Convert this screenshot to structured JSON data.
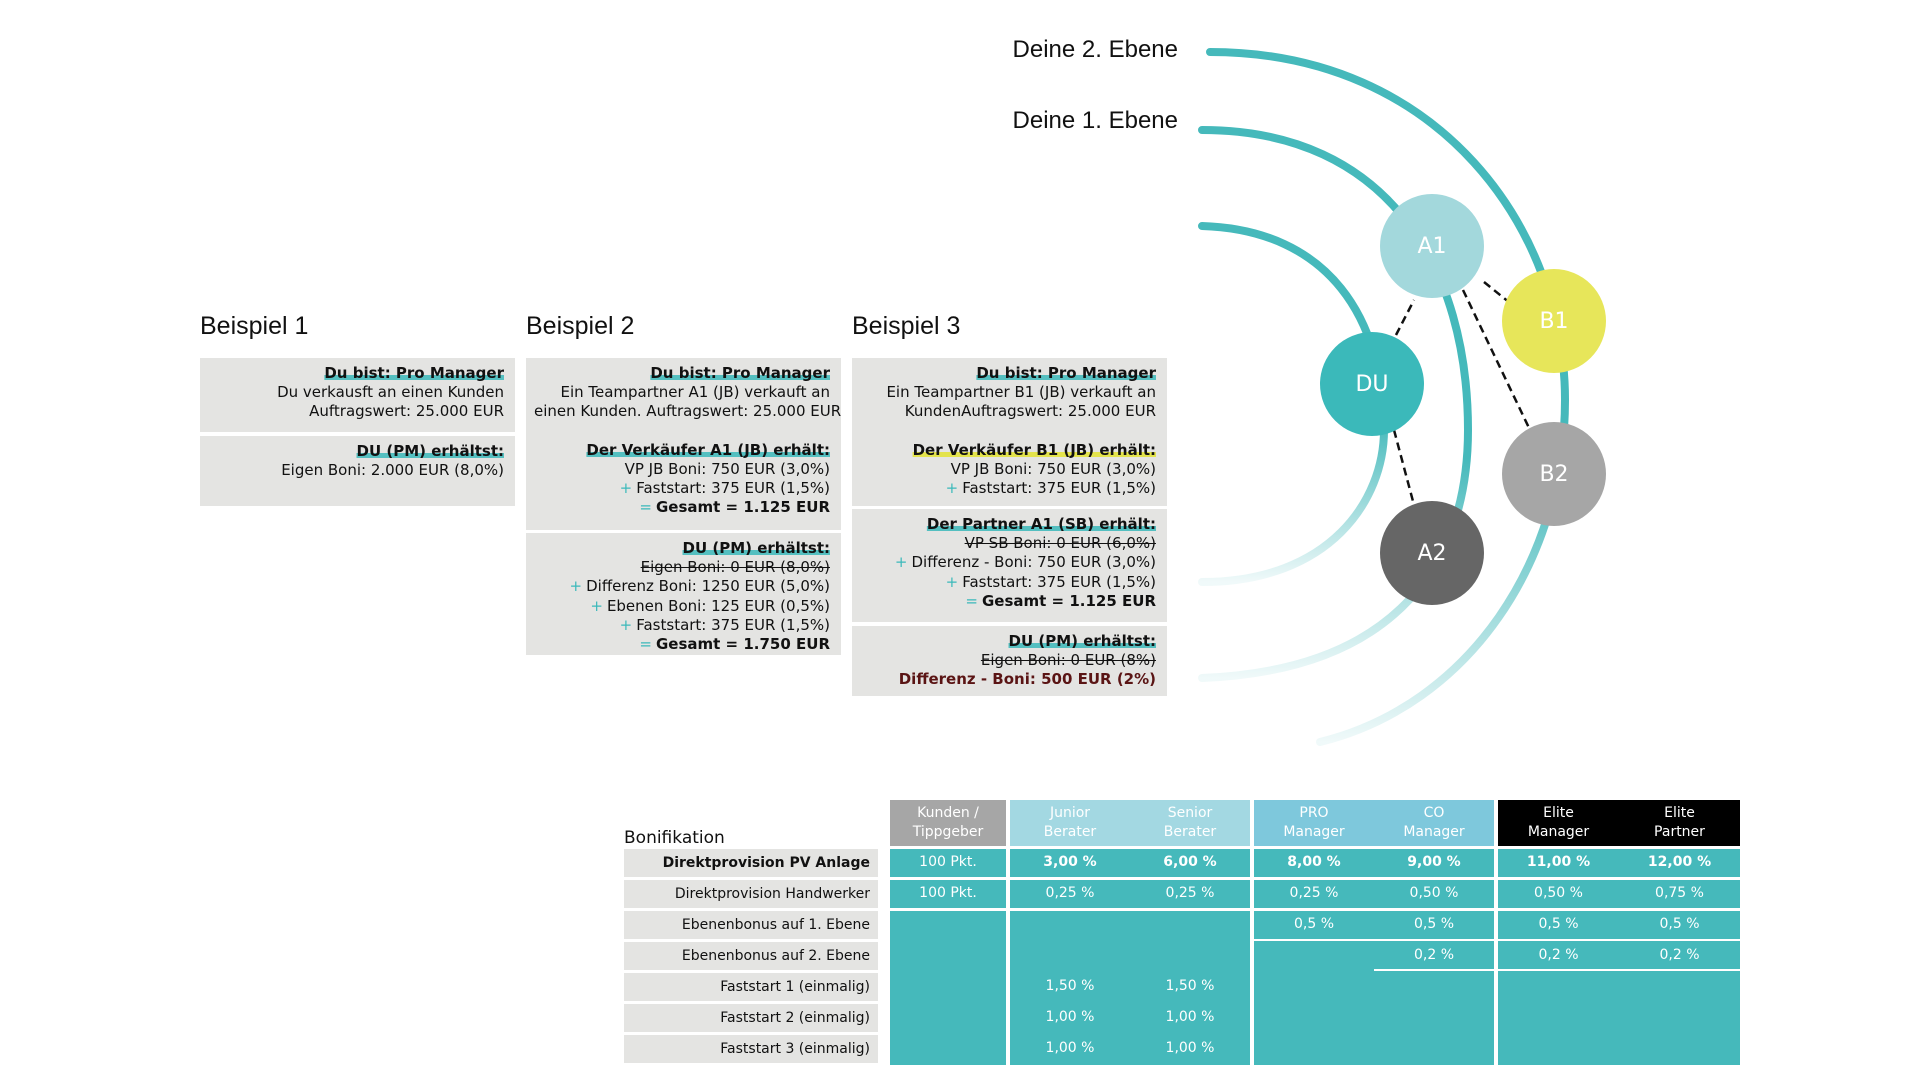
{
  "examples": [
    {
      "title": "Beispiel 1",
      "blocks": [
        {
          "lines": [
            {
              "text": "Du bist: Pro Manager",
              "style": "b hl hl-teal"
            },
            {
              "text": "Du verkausft an einen Kunden"
            },
            {
              "text": "Auftragswert: 25.000 EUR"
            }
          ]
        },
        {
          "lines": [
            {
              "text": "DU (PM) erhältst:",
              "style": "b hl hl-teal"
            },
            {
              "text": "Eigen Boni: 2.000 EUR (8,0%)"
            }
          ]
        }
      ]
    },
    {
      "title": "Beispiel 2",
      "blocks": [
        {
          "lines": [
            {
              "text": "Du bist: Pro Manager",
              "style": "b hl hl-teal"
            },
            {
              "text": "Ein Teampartner A1 (JB) verkauft an"
            },
            {
              "text": "einen Kunden. Auftragswert: 25.000 EUR"
            },
            {
              "gap": true
            },
            {
              "text": "Der Verkäufer A1 (JB) erhält:",
              "style": "b hl hl-teal"
            },
            {
              "text": "VP JB Boni: 750 EUR (3,0%)"
            },
            {
              "text": "Faststart: 375 EUR (1,5%)",
              "prefix": "+"
            },
            {
              "text": "Gesamt = 1.125 EUR",
              "prefix": "=",
              "style": "b"
            }
          ]
        },
        {
          "lines": [
            {
              "text": "DU (PM) erhältst:",
              "style": "b hl hl-teal"
            },
            {
              "text": "Eigen Boni: 0 EUR (8,0%)",
              "style": "strike"
            },
            {
              "text": "Differenz Boni: 1250 EUR (5,0%)",
              "prefix": "+"
            },
            {
              "text": "Ebenen Boni: 125 EUR (0,5%)",
              "prefix": "+"
            },
            {
              "text": "Faststart: 375 EUR (1,5%)",
              "prefix": "+"
            },
            {
              "text": "Gesamt = 1.750 EUR",
              "prefix": "=",
              "style": "b"
            }
          ]
        }
      ]
    },
    {
      "title": "Beispiel 3",
      "blocks": [
        {
          "lines": [
            {
              "text": "Du bist: Pro Manager",
              "style": "b hl hl-teal"
            },
            {
              "text": "Ein Teampartner B1 (JB) verkauft an"
            },
            {
              "text": "KundenAuftragswert: 25.000 EUR"
            },
            {
              "gap": true
            },
            {
              "text": "Der Verkäufer B1 (JB) erhält:",
              "style": "b hl hl-yellow"
            },
            {
              "text": "VP JB Boni: 750 EUR (3,0%)"
            },
            {
              "text": "Faststart: 375 EUR (1,5%)",
              "prefix": "+"
            }
          ]
        },
        {
          "lines": [
            {
              "text": "Der Partner A1 (SB) erhält:",
              "style": "b hl hl-teal"
            },
            {
              "text": "VP SB Boni: 0 EUR (6,0%)",
              "style": "strike"
            },
            {
              "text": "Differenz - Boni: 750 EUR (3,0%)",
              "prefix": "+"
            },
            {
              "text": "Faststart: 375 EUR (1,5%)",
              "prefix": "+"
            },
            {
              "text": "Gesamt = 1.125 EUR",
              "prefix": "=",
              "style": "b"
            }
          ]
        },
        {
          "lines": [
            {
              "text": "DU (PM) erhältst:",
              "style": "b hl hl-teal"
            },
            {
              "text": "Eigen Boni: 0 EUR (8%)",
              "style": "strike"
            },
            {
              "text": "Differenz - Boni: 500 EUR (2%)",
              "style": "red"
            }
          ]
        }
      ]
    }
  ],
  "diagram": {
    "ring_labels": [
      "Deine 2. Ebene",
      "Deine 1. Ebene"
    ],
    "nodes": [
      {
        "id": "DU",
        "label": "DU",
        "color": "#3bb9ba"
      },
      {
        "id": "A1",
        "label": "A1",
        "color": "#a3d8dc"
      },
      {
        "id": "B1",
        "label": "B1",
        "color": "#e7e65a"
      },
      {
        "id": "B2",
        "label": "B2",
        "color": "#a6a6a6"
      },
      {
        "id": "A2",
        "label": "A2",
        "color": "#666666"
      }
    ],
    "colors": {
      "ring": "#45b9bb"
    }
  },
  "table": {
    "title": "Bonifikation",
    "headers": [
      {
        "label": "Kunden / Tippgeber",
        "line1": "Kunden /",
        "line2": "Tippgeber",
        "color": "#a6a6a6"
      },
      {
        "label": "Junior Berater",
        "line1": "Junior",
        "line2": "Berater",
        "color": "#a3d8e2"
      },
      {
        "label": "Senior Berater",
        "line1": "Senior",
        "line2": "Berater",
        "color": "#a3d8e2"
      },
      {
        "label": "PRO Manager",
        "line1": "PRO",
        "line2": "Manager",
        "color": "#7ec8dc"
      },
      {
        "label": "CO Manager",
        "line1": "CO",
        "line2": "Manager",
        "color": "#7ec8dc"
      },
      {
        "label": "Elite Manager",
        "line1": "Elite",
        "line2": "Manager",
        "color": "#000000"
      },
      {
        "label": "Elite Partner",
        "line1": "Elite",
        "line2": "Partner",
        "color": "#000000"
      }
    ],
    "rows": [
      {
        "label": "Direktprovision PV Anlage",
        "bold": true,
        "values": [
          "100 Pkt.",
          "3,00 %",
          "6,00 %",
          "8,00 %",
          "9,00 %",
          "11,00 %",
          "12,00 %"
        ]
      },
      {
        "label": "Direktprovision Handwerker",
        "bold": false,
        "values": [
          "100 Pkt.",
          "0,25 %",
          "0,25 %",
          "0,25 %",
          "0,50 %",
          "0,50 %",
          "0,75 %"
        ]
      },
      {
        "label": "Ebenenbonus auf 1. Ebene",
        "bold": false,
        "values": [
          "",
          "",
          "",
          "0,5 %",
          "0,5 %",
          "0,5 %",
          "0,5 %"
        ]
      },
      {
        "label": "Ebenenbonus auf 2. Ebene",
        "bold": false,
        "values": [
          "",
          "",
          "",
          "",
          "0,2 %",
          "0,2 %",
          "0,2 %"
        ]
      },
      {
        "label": "Faststart 1 (einmalig)",
        "bold": false,
        "values": [
          "",
          "1,50 %",
          "1,50 %",
          "",
          "",
          "",
          ""
        ]
      },
      {
        "label": "Faststart 2 (einmalig)",
        "bold": false,
        "values": [
          "",
          "1,00 %",
          "1,00 %",
          "",
          "",
          "",
          ""
        ]
      },
      {
        "label": "Faststart 3 (einmalig)",
        "bold": false,
        "values": [
          "",
          "1,00 %",
          "1,00 %",
          "",
          "",
          "",
          ""
        ]
      }
    ],
    "colors": {
      "fill": "#45b9bb"
    }
  }
}
